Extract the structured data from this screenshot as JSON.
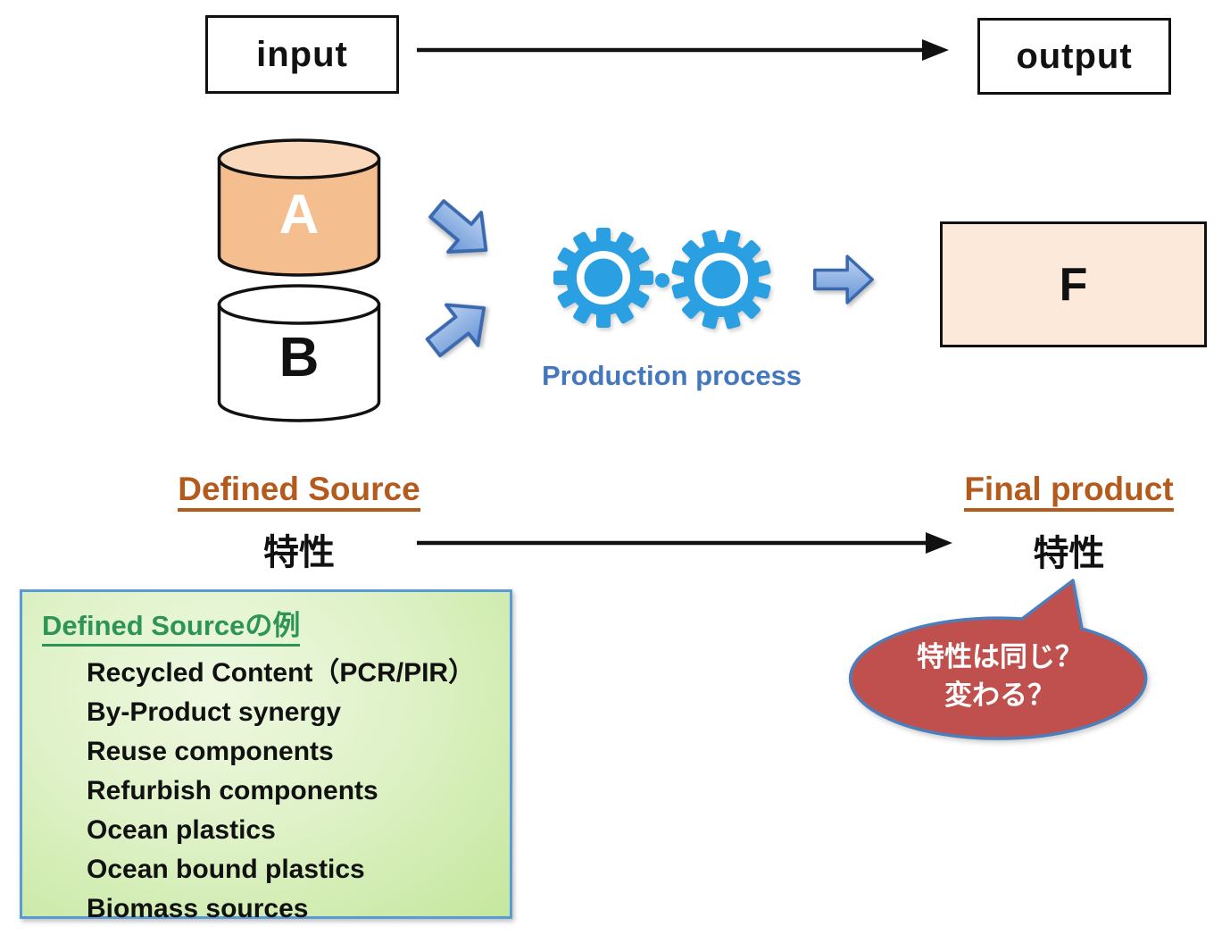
{
  "flow": {
    "input_label": "input",
    "output_label": "output"
  },
  "sources": {
    "cylinder_a_label": "A",
    "cylinder_b_label": "B"
  },
  "process": {
    "label": "Production process",
    "final_box_label": "F"
  },
  "left_column": {
    "heading": "Defined Source",
    "property": "特性"
  },
  "right_column": {
    "heading": "Final product",
    "property": "特性"
  },
  "examples_box": {
    "title": "Defined Sourceの例",
    "items": [
      "Recycled Content（PCR/PIR）",
      "By-Product synergy",
      "Reuse components",
      "Refurbish components",
      "Ocean plastics",
      "Ocean bound plastics",
      "Biomass sources"
    ]
  },
  "speech_bubble": {
    "line1": "特性は同じ？",
    "line2": "変わる？"
  },
  "colors": {
    "cylinder_a_fill": "#F5BE8E",
    "cylinder_a_top": "#FAD8BC",
    "final_box_fill": "#FCE9D9",
    "gear_blue": "#2AA0E2",
    "process_text_blue": "#4377BE",
    "heading_brown": "#B45A1D",
    "examples_title_green": "#2D9457",
    "examples_border_blue": "#5B9BD5",
    "bubble_fill_red": "#C0504D",
    "bubble_border_blue": "#4C7EBB",
    "block_arrow_blue": "#6695D6"
  }
}
